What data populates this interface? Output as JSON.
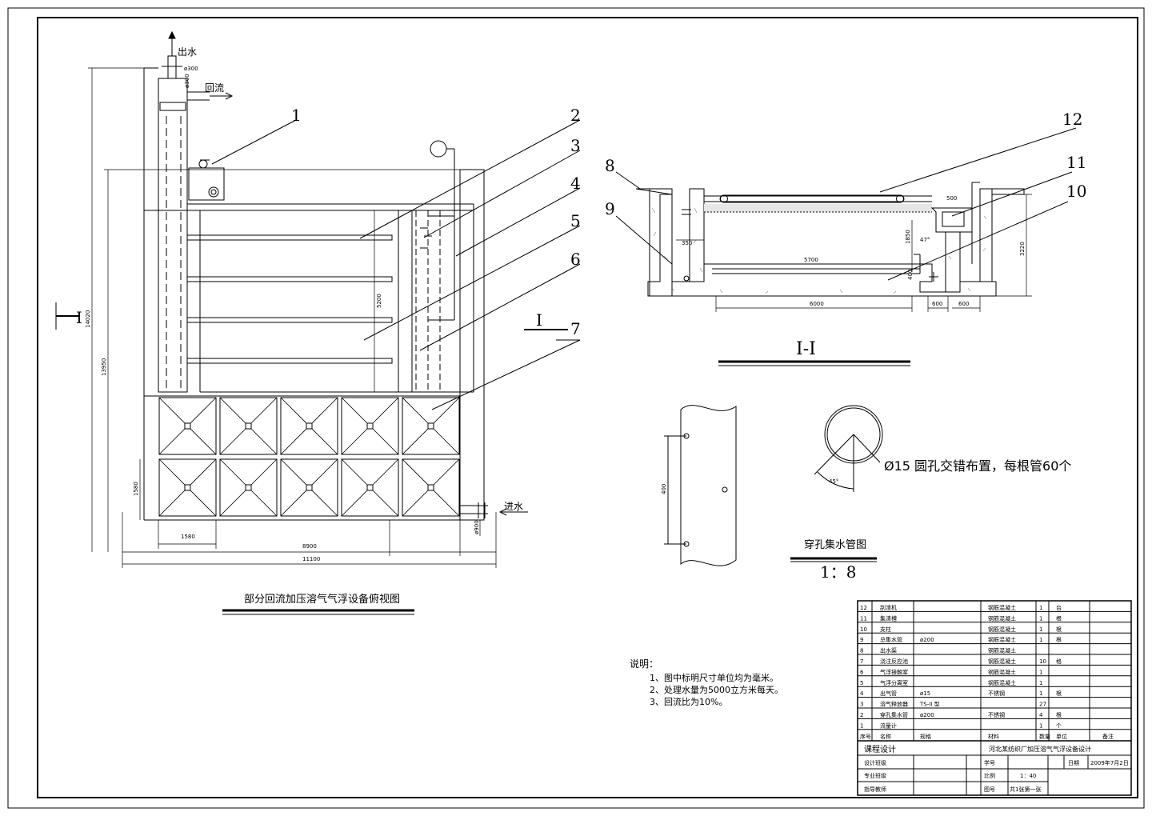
{
  "side_view": {
    "title": "部分回流加压溶气气浮设备俯视图",
    "labels": {
      "outlet": "出水",
      "return": "回流",
      "inlet": "进水"
    },
    "callouts": [
      "1",
      "2",
      "3",
      "4",
      "5",
      "6",
      "7"
    ],
    "section_mark": "I",
    "dims": {
      "d_top": "ø300",
      "d_top2": "ø300",
      "h_total": "14020",
      "h_inner": "13950",
      "h_mid": "5200",
      "h_box": "1580",
      "w_box": "1580",
      "w_mid": "8900",
      "w_total": "11100",
      "h_inlet": "ø900"
    }
  },
  "section": {
    "title": "I-I",
    "callouts": [
      "8",
      "9",
      "10",
      "11",
      "12"
    ],
    "dims": {
      "a": "350",
      "b": "5700",
      "c": "6000",
      "d": "600",
      "e": "600",
      "f": "3220",
      "g": "1850",
      "h": "500",
      "i": "47°",
      "j": "400"
    }
  },
  "pipe": {
    "note": "Ø15 圆孔交错布置，每根管60个",
    "angle": "45°",
    "dim": "400",
    "title": "穿孔集水管图",
    "scale": "1：8"
  },
  "notes": {
    "heading": "说明：",
    "items": [
      "1、图中标明尺寸单位均为毫米。",
      "2、处理水量为5000立方米每天。",
      "3、回流比为10%。"
    ]
  },
  "parts_table": {
    "rows": [
      [
        "12",
        "刮渣机",
        "",
        "钢筋混凝土",
        "1",
        "台",
        ""
      ],
      [
        "11",
        "集渣槽",
        "",
        "钢筋混凝土",
        "1",
        "根",
        ""
      ],
      [
        "10",
        "支柱",
        "",
        "钢筋混凝土",
        "1",
        "根",
        ""
      ],
      [
        "9",
        "总集水管",
        "ø200",
        "钢筋混凝土",
        "1",
        "根",
        ""
      ],
      [
        "8",
        "出水渠",
        "",
        "钢筋混凝土",
        "",
        "",
        ""
      ],
      [
        "7",
        "浇注反应池",
        "",
        "钢筋混凝土",
        "10",
        "格",
        ""
      ],
      [
        "6",
        "气浮接触室",
        "",
        "钢筋混凝土",
        "1",
        "",
        ""
      ],
      [
        "5",
        "气浮分离室",
        "",
        "钢筋混凝土",
        "1",
        "",
        ""
      ],
      [
        "4",
        "出气管",
        "ø15",
        "不锈钢",
        "1",
        "根",
        ""
      ],
      [
        "3",
        "溶气释放器",
        "TS-II 型",
        "",
        "27",
        "",
        ""
      ],
      [
        "2",
        "穿孔集水管",
        "ø200",
        "不锈钢",
        "4",
        "根",
        ""
      ],
      [
        "1",
        "流量计",
        "",
        "",
        "1",
        "个",
        ""
      ]
    ],
    "header": [
      "序号",
      "名称",
      "规格",
      "材料",
      "数量",
      "单位",
      "备注"
    ]
  },
  "title_block": {
    "course": "课程设计",
    "project": "河北某纺织厂加压溶气气浮设备设计",
    "row1": [
      "设计班级",
      "",
      "学号",
      "",
      "日期",
      "2009年7月2日"
    ],
    "row2": [
      "专业班级",
      "",
      "比例",
      "1：40"
    ],
    "row3": [
      "指导教师",
      "",
      "图号",
      "共1张第一张"
    ]
  }
}
